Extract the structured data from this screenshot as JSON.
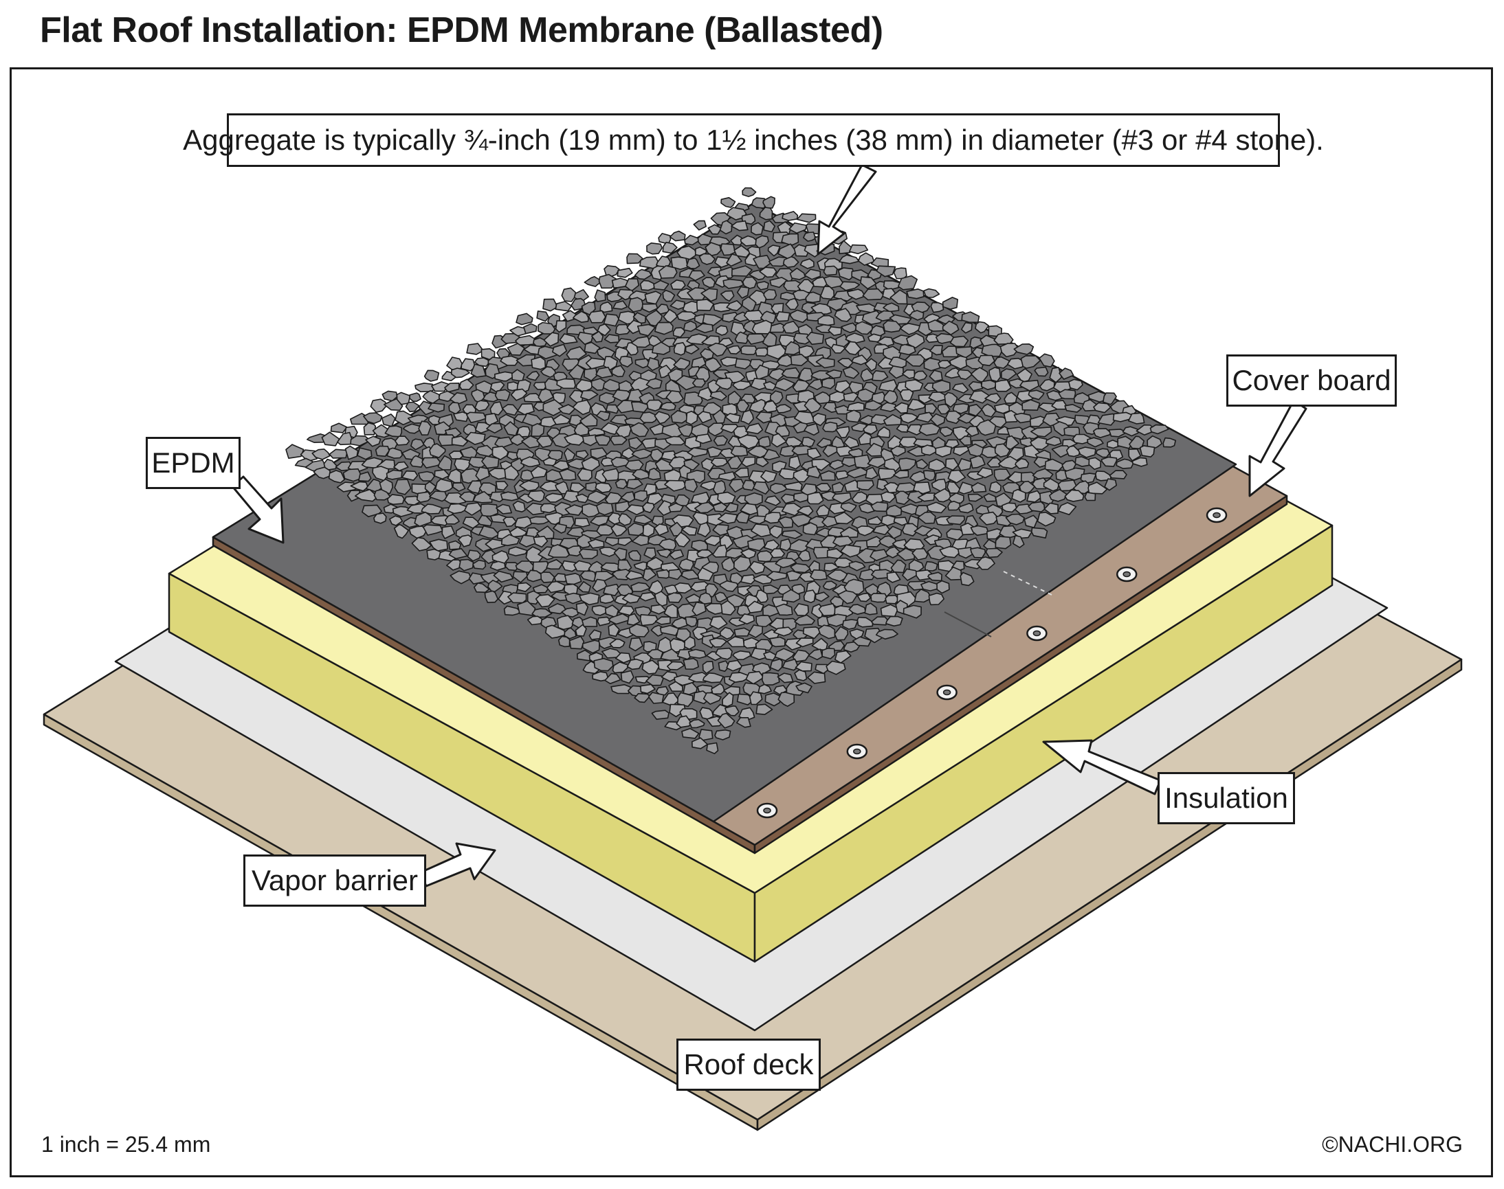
{
  "title": "Flat Roof Installation: EPDM Membrane (Ballasted)",
  "callouts": {
    "aggregate": "Aggregate is typically ¾-inch (19 mm) to 1½ inches (38 mm) in diameter (#3 or #4 stone).",
    "cover_board": "Cover board",
    "epdm": "EPDM",
    "insulation": "Insulation",
    "vapor_barrier": "Vapor barrier",
    "roof_deck": "Roof deck"
  },
  "footer": {
    "scale_note": "1 inch = 25.4 mm",
    "copyright": "©NACHI.ORG"
  },
  "colors": {
    "roof_deck": "#d6c9b3",
    "vapor_barrier": "#e6e6e6",
    "insulation_top": "#f7f3b0",
    "insulation_side": "#ddd77a",
    "cover_board": "#b39a86",
    "epdm": "#6b6b6d",
    "stone": "#9a9a9c",
    "outline": "#1a1a1a"
  }
}
